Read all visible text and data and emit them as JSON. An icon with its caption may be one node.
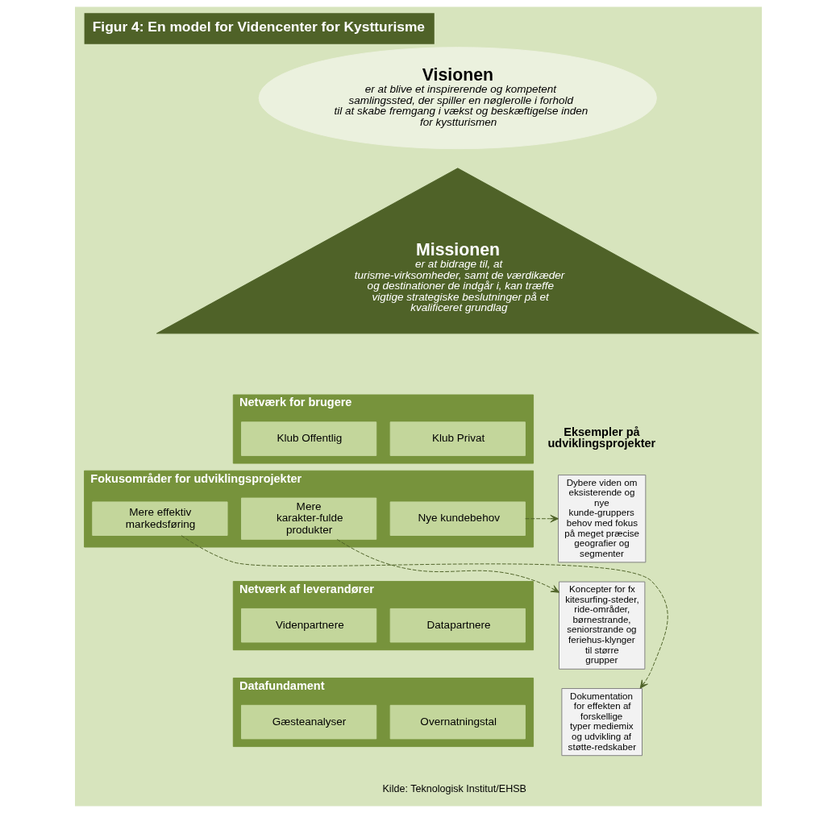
{
  "diagram": {
    "title": "Figur 4: En model for Videncenter for Kystturisme",
    "caption": "Kilde: Teknologisk Institut/EHSB",
    "nodes": [
      {
        "text": [
          "Visionen",
          "er at blive et inspirerende og kompetent samlingssted, der spiller en nøglerolle i forhold til at skabe fremgang i vækst og beskæftigelse inden for kystturismen"
        ]
      },
      {
        "text": [
          "Missionen",
          "er at bidrage til, at turisme-virksomheder, samt de værdikæder og destinationer de indgår i, kan træffe vigtige strategiske beslutninger på et kvalificeret grundlag"
        ]
      },
      {
        "text": [
          "Netværk for brugere"
        ]
      },
      {
        "text": [
          "Klub Privat"
        ],
        "in": 2
      },
      {
        "text": [
          "Klub Offentlig"
        ],
        "in": 2
      },
      {
        "text": [
          "Fokusområder for udviklingsprojekter"
        ]
      },
      {
        "text": [
          "Nye kundebehov"
        ],
        "in": 5
      },
      {
        "text": [
          "Mere karakter-fulde produkter"
        ],
        "in": 5
      },
      {
        "text": [
          "Mere effektiv markedsføring"
        ],
        "in": 5
      },
      {
        "text": [
          "Netværk af leverandører"
        ]
      },
      {
        "text": [
          "Datapartnere"
        ],
        "in": 9
      },
      {
        "text": [
          "Videnpartnere"
        ],
        "in": 9
      },
      {
        "text": [
          "Datafundament"
        ]
      },
      {
        "text": [
          "Overnatningstal"
        ],
        "in": 12
      },
      {
        "text": [
          "Gæsteanalyser"
        ],
        "in": 12
      },
      {
        "text": [
          "Dybere viden om eksisterende og nye kunde-gruppers behov med fokus på meget præcise geografier og segmenter"
        ]
      },
      {
        "text": [
          "Koncepter for fx kitesurfing-steder, ride-områder, børnestrande, seniorstrande og feriehus-klynger til større grupper"
        ]
      },
      {
        "text": [
          "Dokumentation for effekten af forskellige typer mediemix og udvikling af støtte-redskaber"
        ]
      }
    ],
    "edges": [
      {
        "from": 6,
        "to": 15,
        "arrow": "to",
        "style": "dashed"
      },
      {
        "from": 7,
        "to": 16,
        "arrow": "to",
        "style": "dashed"
      },
      {
        "from": 8,
        "to": 17,
        "arrow": "to",
        "style": "dashed"
      }
    ],
    "labels": [
      "Eksempler på udviklingsprojekter"
    ]
  }
}
